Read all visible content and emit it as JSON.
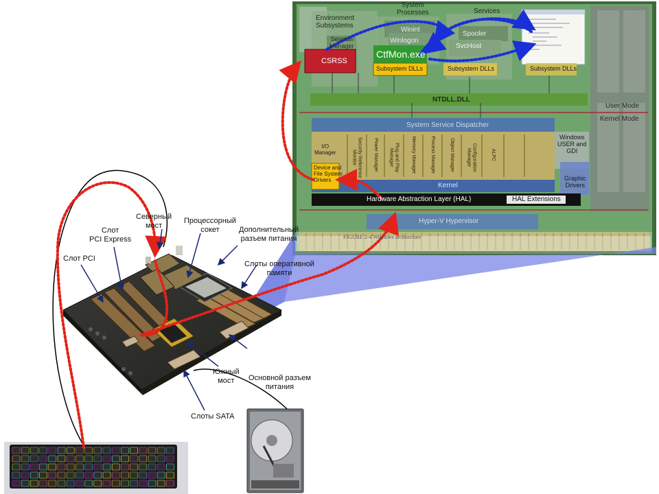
{
  "motherboard_labels": {
    "north_bridge": [
      "Северный",
      "мост"
    ],
    "cpu_socket": [
      "Процессорный",
      "сокет"
    ],
    "extra_power": [
      "Дополнительный",
      "разъем питания"
    ],
    "pcie_slot": [
      "Слот",
      "PCI Express"
    ],
    "pci_slot": "Слот PCI",
    "ram_slots": [
      "Слоты оперативной",
      "памяти"
    ],
    "south_bridge": [
      "Южный",
      "мост"
    ],
    "main_power": [
      "Основной разъем",
      "питания"
    ],
    "sata_slots": "Слоты SATA"
  },
  "architecture": {
    "environment_subsystems": [
      "Environment",
      "Subsystems"
    ],
    "session_manager": [
      "Session",
      "Manager"
    ],
    "system_processes": [
      "System",
      "Processes"
    ],
    "winint": "Winint",
    "winlogon": "Winlogon",
    "ctfmon": "CtfMon.exe",
    "services": "Services",
    "spooler": "Spooler",
    "svchost": "SvcHost",
    "csrss": "CSRSS",
    "subsystem_dlls": "Subsystem DLLs",
    "ntdll": "NTDLL.DLL",
    "user_mode": "User Mode",
    "kernel_mode": "Kernel Mode",
    "ssd": "System Service Dispatcher",
    "io_manager": [
      "I/O",
      "Manager"
    ],
    "kernel_modules": [
      "Security Reference Monitor",
      "Power Manager",
      "Plug and Play Manager",
      "Memory Manager",
      "Process Manager",
      "Object Manager",
      "Configuration Manager",
      "ALPC"
    ],
    "windows_user": [
      "Windows",
      "USER and",
      "GDI"
    ],
    "graphic_drivers": [
      "Graphic",
      "Drivers"
    ],
    "device_drivers": [
      "Device and",
      "File System",
      "Drivers"
    ],
    "kernel": "Kernel",
    "hal": "Hardware Abstraction Layer (HAL)",
    "hal_extensions": "HAL Extensions",
    "hypervisor": "Hyper-V Hypervisor",
    "figure_caption": "FIGURE 2-4  Windows architecture"
  },
  "colors": {
    "csrss_red": "#c0202b",
    "subsystem_yellow": "#f4c20d",
    "ctfmon_green": "#2f9a2f",
    "arrow_red": "#e2231a",
    "arrow_blue": "#1a2fd8",
    "projection_blue": "#7a86e6"
  }
}
